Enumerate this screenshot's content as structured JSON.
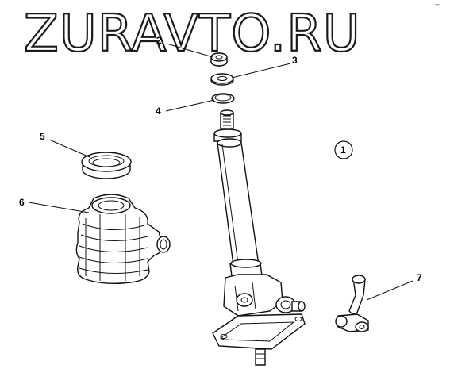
{
  "watermark": {
    "text": "ZURAVTO.RU"
  },
  "corner_mark": "--",
  "callouts": [
    {
      "id": "2",
      "label": "2"
    },
    {
      "id": "3",
      "label": "3"
    },
    {
      "id": "4",
      "label": "4"
    },
    {
      "id": "5",
      "label": "5"
    },
    {
      "id": "6",
      "label": "6"
    },
    {
      "id": "7",
      "label": "7"
    }
  ],
  "assembly_marker": {
    "label": "1"
  }
}
